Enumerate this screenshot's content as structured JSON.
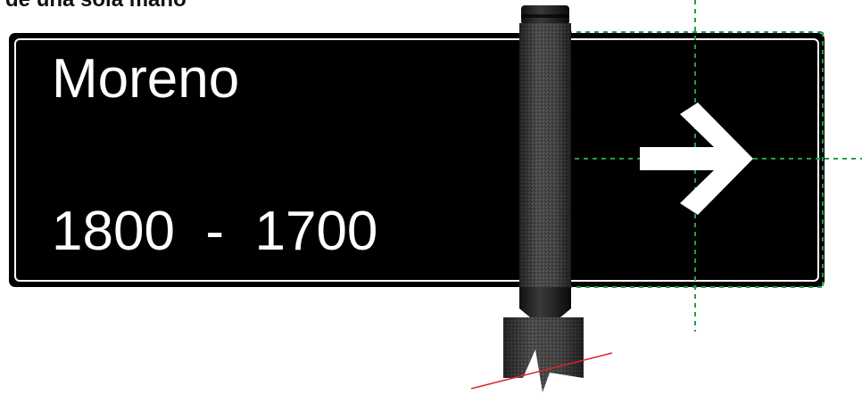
{
  "caption": "e de una sola mano",
  "sign": {
    "street_name": "Moreno",
    "number_range": "1800  -  1700",
    "arrow_direction": "right"
  },
  "colors": {
    "sign_background": "#000000",
    "sign_text": "#ffffff",
    "guide_lines": "#1f9e4a",
    "ground_line": "#d9262a",
    "pole": "#4a4a4a"
  }
}
